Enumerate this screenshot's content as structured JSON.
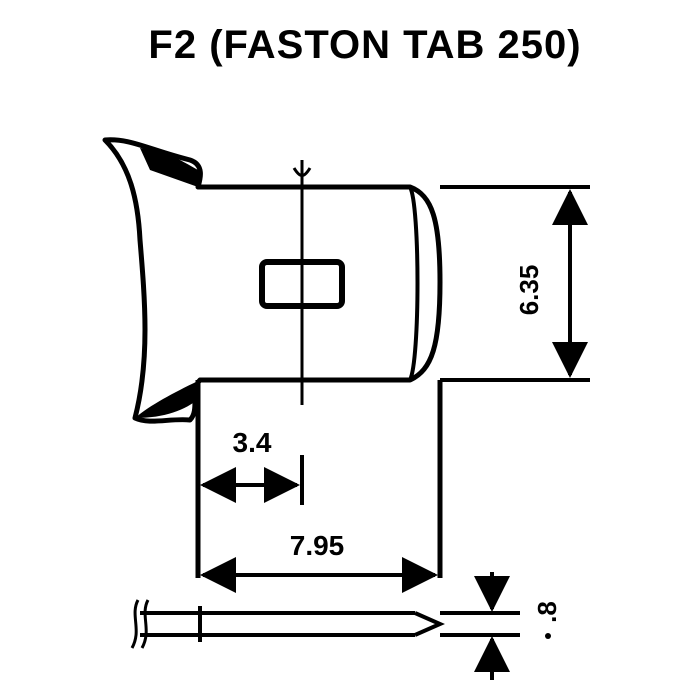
{
  "title": "F2 (FASTON TAB 250)",
  "dimensions": {
    "height": "6.35",
    "hole_offset": "3.4",
    "length": "7.95",
    "thickness": ".8"
  },
  "colors": {
    "ink": "#000000",
    "paper": "#ffffff"
  }
}
